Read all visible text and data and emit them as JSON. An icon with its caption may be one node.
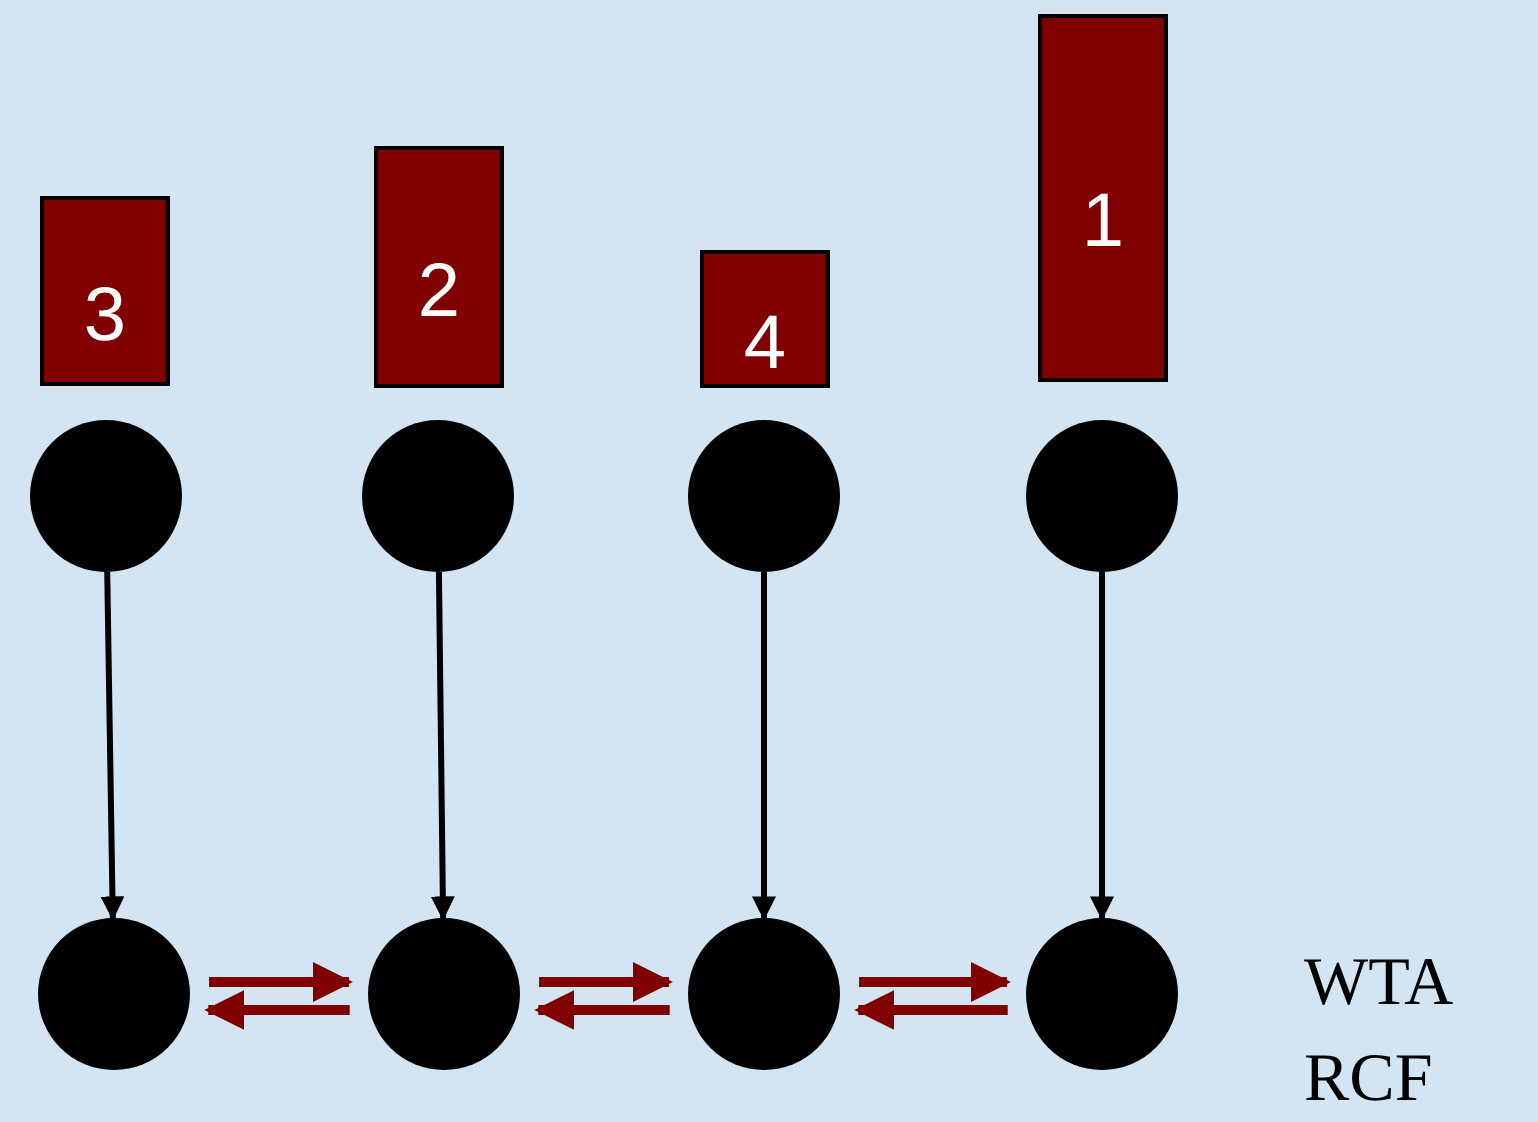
{
  "diagram": {
    "nodes": [
      {
        "text": [
          "3"
        ]
      },
      {
        "text": [
          "2"
        ]
      },
      {
        "text": [
          "4"
        ]
      },
      {
        "text": [
          "1"
        ]
      },
      {
        "text": [],
        "shape": "circle"
      },
      {
        "text": [],
        "shape": "circle"
      },
      {
        "text": [],
        "shape": "circle"
      },
      {
        "text": [],
        "shape": "circle"
      },
      {
        "text": [],
        "shape": "circle"
      },
      {
        "text": [],
        "shape": "circle"
      },
      {
        "text": [],
        "shape": "circle"
      },
      {
        "text": [],
        "shape": "circle"
      }
    ],
    "edges": [
      {
        "from": 4,
        "to": 8,
        "arrow": "to",
        "color": "#000000"
      },
      {
        "from": 5,
        "to": 9,
        "arrow": "to",
        "color": "#000000"
      },
      {
        "from": 6,
        "to": 10,
        "arrow": "to",
        "color": "#000000"
      },
      {
        "from": 7,
        "to": 11,
        "arrow": "to",
        "color": "#000000"
      },
      {
        "from": 8,
        "to": 9,
        "arrow": "to"
      },
      {
        "from": 9,
        "to": 8,
        "arrow": "to"
      },
      {
        "from": 9,
        "to": 10,
        "arrow": "to"
      },
      {
        "from": 10,
        "to": 9,
        "arrow": "to"
      },
      {
        "from": 10,
        "to": 11,
        "arrow": "to"
      },
      {
        "from": 11,
        "to": 10,
        "arrow": "to"
      }
    ],
    "labels": [
      "WTA",
      "RCF"
    ]
  }
}
